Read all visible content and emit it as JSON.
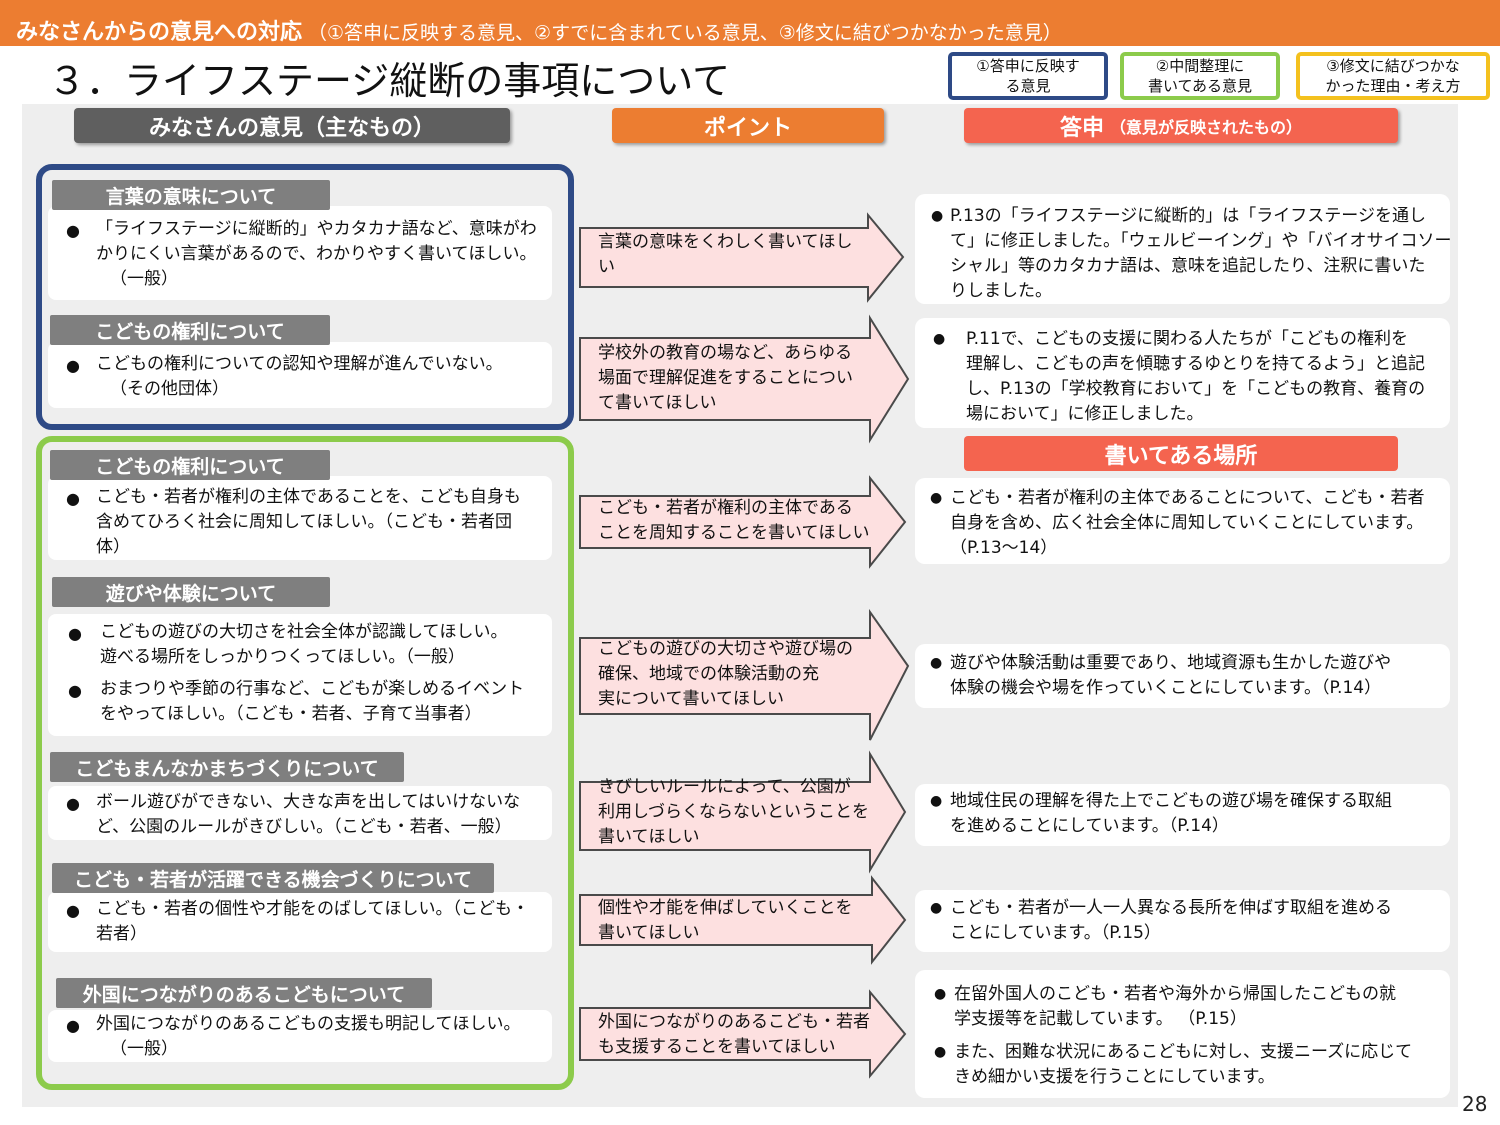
{
  "header": {
    "title": "みなさんからの意見への対応",
    "subtitle": "（①答申に反映する意見、②すでに含まれている意見、③修文に結びつかなかった意見）"
  },
  "page_title": "３．ライフステージ縦断の事項について",
  "legend": {
    "item1": [
      "①答申に反映す",
      "る意見"
    ],
    "item2": [
      "②中間整理に",
      "書いてある意見"
    ],
    "item3": [
      "③修文に結びつかな",
      "かった理由・考え方"
    ]
  },
  "column_headers": {
    "opinions": "みなさんの意見（主なもの）",
    "point": "ポイント",
    "answer": "答申",
    "answer_note": "（意見が反映されたもの）",
    "location": "書いてある場所"
  },
  "categories": [
    "言葉の意味について",
    "こどもの権利について",
    "こどもの権利について",
    "遊びや体験について",
    "こどもまんなかまちづくりについて",
    "こども・若者が活躍できる機会づくりについて",
    "外国につながりのあるこどもについて"
  ],
  "opinions": [
    [
      "「ライフステージに縦断的」やカタカナ語など、意味がわ",
      "かりにくい言葉があるので、わかりやすく書いてほしい。",
      "（一般）"
    ],
    [
      "こどもの権利についての認知や理解が進んでいない。",
      "（その他団体）"
    ],
    [
      "こども・若者が権利の主体であることを、こども自身も",
      "含めてひろく社会に周知してほしい。（こども・若者団",
      "体）"
    ],
    [
      "こどもの遊びの大切さを社会全体が認識してほしい。",
      "遊べる場所をしっかりつくってほしい。（一般）"
    ],
    [
      "おまつりや季節の行事など、こどもが楽しめるイベント",
      "をやってほしい。（こども・若者、子育て当事者）"
    ],
    [
      "ボール遊びができない、大きな声を出してはいけないな",
      "ど、公園のルールがきびしい。（こども・若者、一般）"
    ],
    [
      "こども・若者の個性や才能をのばしてほしい。（こども・",
      "若者）"
    ],
    [
      "外国につながりのあるこどもの支援も明記してほしい。",
      "（一般）"
    ]
  ],
  "points": [
    [
      "言葉の意味をくわしく書いてほし",
      "い"
    ],
    [
      "学校外の教育の場など、あらゆる",
      "場面で理解促進をすることについ",
      "て書いてほしい"
    ],
    [
      "こども・若者が権利の主体である",
      "ことを周知することを書いてほしい"
    ],
    [
      "こどもの遊びの大切さや遊び場の",
      "確保、地域での体験活動の充",
      "実について書いてほしい"
    ],
    [
      "きびしいルールによって、公園が",
      "利用しづらくならないということを",
      "書いてほしい"
    ],
    [
      "個性や才能を伸ばしていくことを",
      "書いてほしい"
    ],
    [
      "外国につながりのあるこども・若者",
      "も支援することを書いてほしい"
    ]
  ],
  "answers": [
    [
      "P.13の「ライフステージに縦断的」は「ライフステージを通し",
      "て」に修正しました。「ウェルビーイング」や「バイオサイコソー",
      "シャル」等のカタカナ語は、意味を追記したり、注釈に書いた",
      "りしました。"
    ],
    [
      "P.11で、こどもの支援に関わる人たちが「こどもの権利を",
      "理解し、こどもの声を傾聴するゆとりを持てるよう」と追記",
      "し、P.13の「学校教育において」を「こどもの教育、養育の",
      "場において」に修正しました。"
    ],
    [
      "こども・若者が権利の主体であることについて、こども・若者",
      "自身を含め、広く社会全体に周知していくことにしています。",
      "（P.13～14）"
    ],
    [
      "遊びや体験活動は重要であり、地域資源も生かした遊びや",
      "体験の機会や場を作っていくことにしています。（P.14）"
    ],
    [
      "地域住民の理解を得た上でこどもの遊び場を確保する取組",
      "を進めることにしています。（P.14）"
    ],
    [
      "こども・若者が一人一人異なる長所を伸ばす取組を進める",
      "ことにしています。（P.15）"
    ],
    [
      "在留外国人のこども・若者や海外から帰国したこどもの就",
      "学支援等を記載しています。 （P.15）"
    ],
    [
      "また、困難な状況にあるこどもに対し、支援ニーズに応じて",
      "きめ細かい支援を行うことにしています。"
    ]
  ],
  "bullet": "●",
  "page_number": "28",
  "colors": {
    "orange": "#ec7d31",
    "coral": "#f4644f",
    "navy": "#2e4a86",
    "green": "#8ccb4b",
    "yellow": "#f4c11e",
    "gray": "#7f7f7f",
    "arrow_fill": "#fde0e0",
    "arrow_stroke": "#4a4a4a"
  }
}
